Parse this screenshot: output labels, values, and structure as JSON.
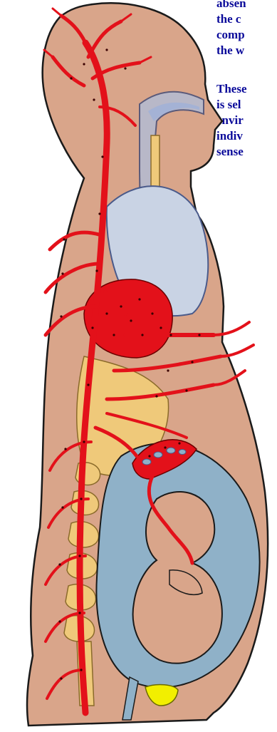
{
  "paragraph_1": {
    "lines": [
      "absen",
      "the  c",
      "comp",
      "the w"
    ]
  },
  "paragraph_2": {
    "lines": [
      "These",
      "is sel",
      "envir",
      "indiv",
      "sense"
    ]
  },
  "figure": {
    "colors": {
      "skin": "#d9a58a",
      "outline": "#1a1a1a",
      "vessels": "#e3111a",
      "dots": "#3a0000",
      "organs": "#efc97a",
      "uterus": "#8fb1c8",
      "lungs": "#c9d3e4",
      "airway": "#b8b8c8",
      "bladder": "#f2ef00"
    }
  }
}
